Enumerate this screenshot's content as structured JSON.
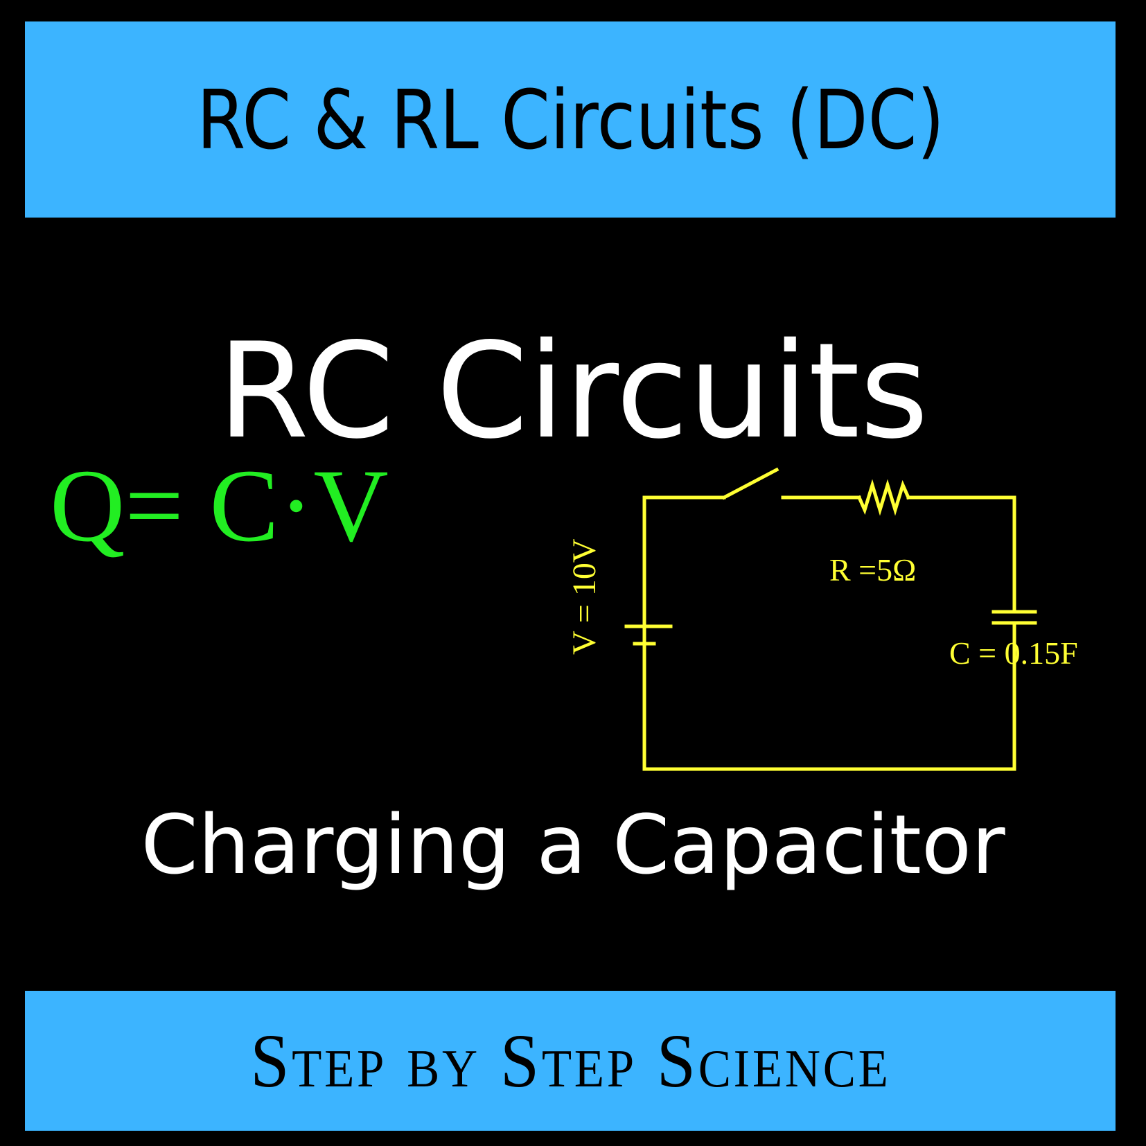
{
  "header": {
    "title": "RC & RL Circuits (DC)",
    "background_color": "#3cb4ff"
  },
  "main": {
    "title": "RC Circuits",
    "formula": "Q= C·V",
    "formula_color": "#22ee22",
    "subtitle": "Charging a Capacitor"
  },
  "circuit": {
    "color": "#ffff33",
    "components": [
      "battery",
      "switch",
      "resistor",
      "capacitor"
    ],
    "voltage_label": "V = 10V",
    "resistance_label": "R =5Ω",
    "capacitance_label": "C = 0.15F"
  },
  "footer": {
    "brand": "Step by Step Science",
    "background_color": "#3cb4ff"
  }
}
